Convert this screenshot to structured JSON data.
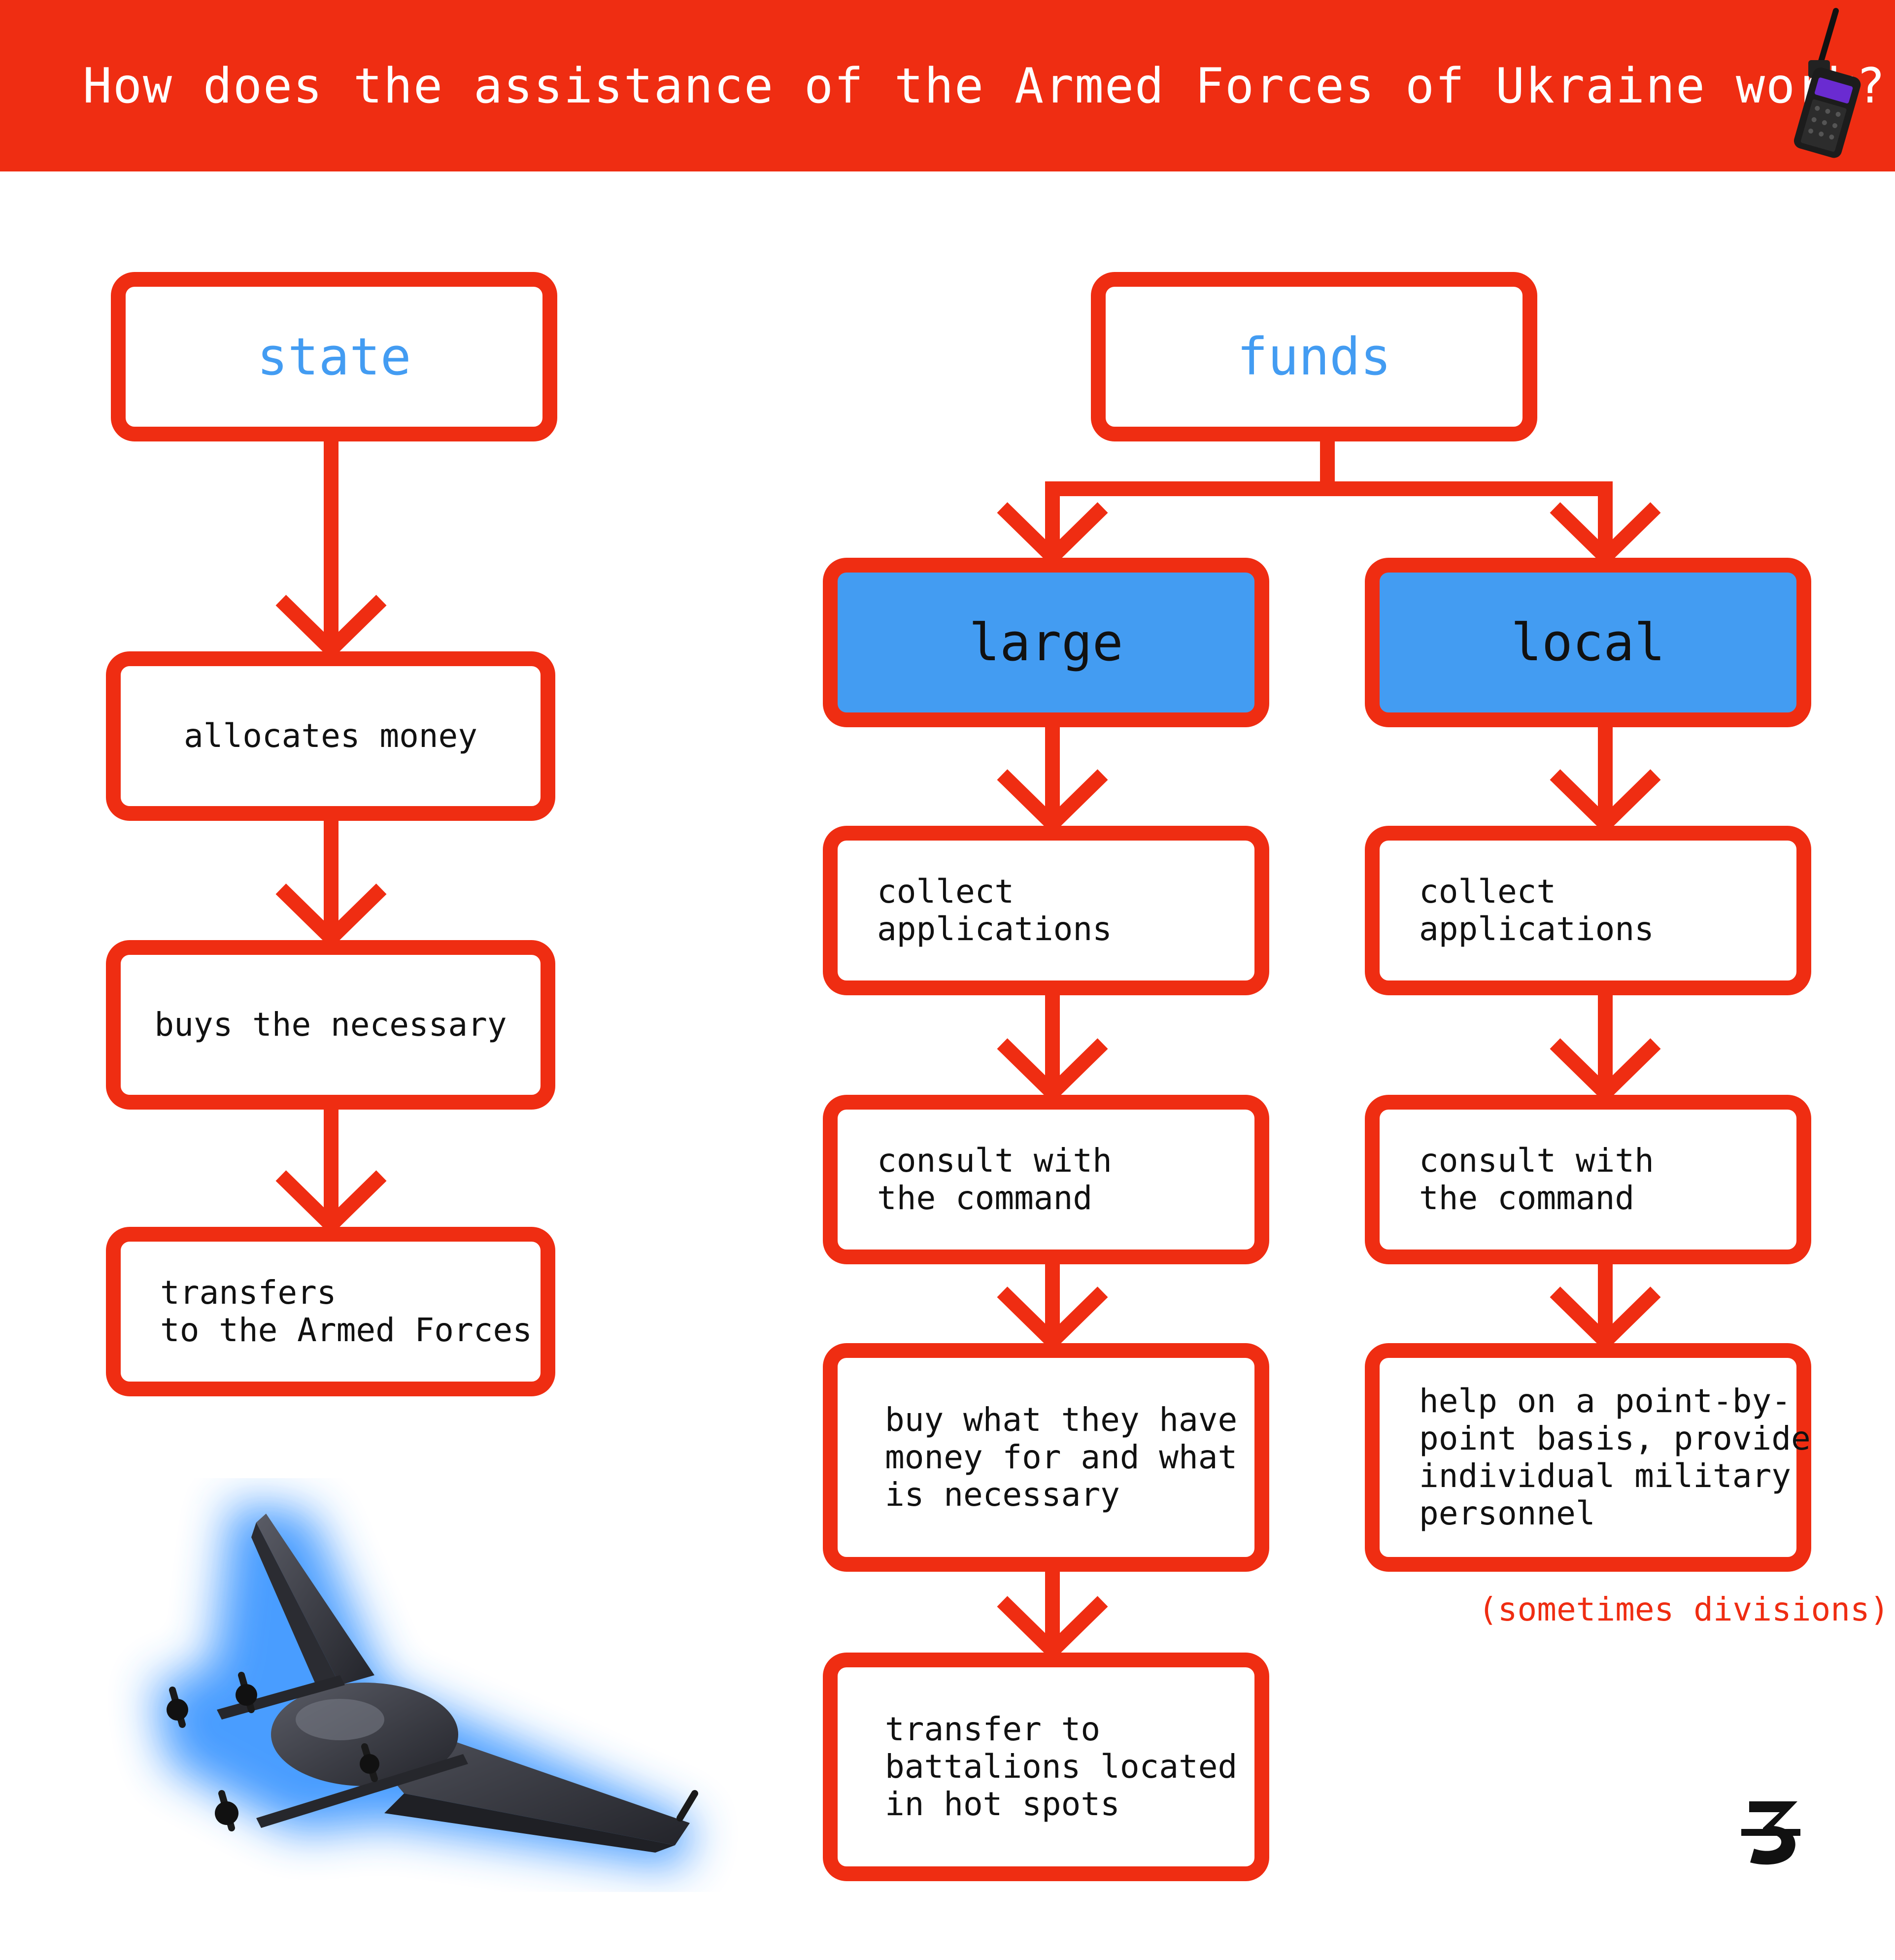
{
  "header": {
    "title": "How does the assistance of the Armed Forces of Ukraine work?"
  },
  "colors": {
    "accent_red": "#ef2d12",
    "accent_blue": "#439cf2",
    "text": "#111111"
  },
  "state": {
    "label": "state",
    "steps": [
      "allocates money",
      "buys the necessary",
      "transfers\nto the Armed Forces"
    ]
  },
  "funds": {
    "label": "funds",
    "large": {
      "label": "large",
      "steps": [
        "collect\napplications",
        "consult with\nthe command",
        "buy what they have\nmoney for and what\nis necessary",
        "transfer to\nbattalions located\nin hot spots"
      ]
    },
    "local": {
      "label": "local",
      "steps": [
        "collect\napplications",
        "consult with\nthe command",
        "help on a point-by-\npoint basis, provide\nindividual military\npersonnel"
      ],
      "note": "(sometimes divisions)"
    }
  },
  "icons": {
    "radio": "walkie-talkie-icon",
    "drone": "drone-illustration",
    "logo": "brand-logo-icon"
  }
}
